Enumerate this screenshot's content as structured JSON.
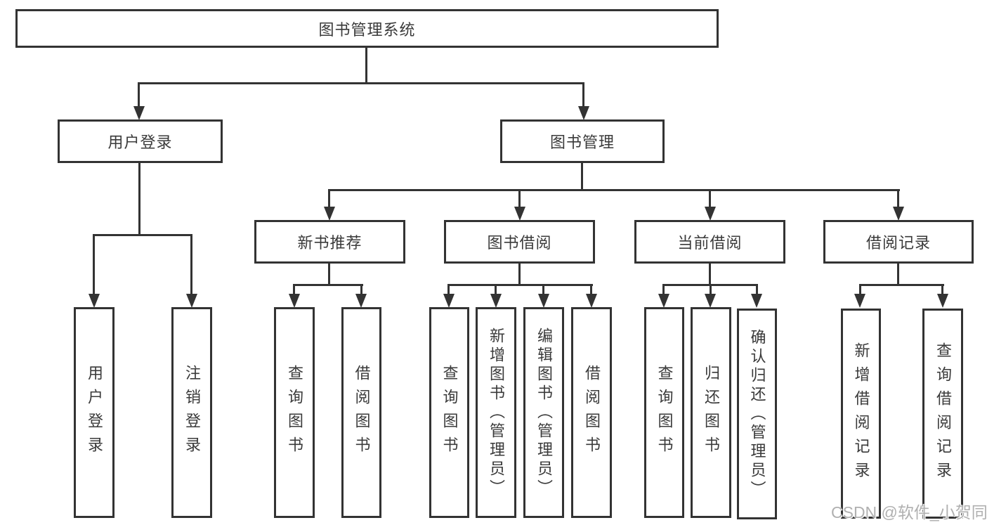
{
  "tree": {
    "root": {
      "label": "图书管理系统"
    },
    "level2": {
      "user_login": {
        "label": "用户登录"
      },
      "book_management": {
        "label": "图书管理"
      }
    },
    "level3": {
      "new_book_recommend": {
        "label": "新书推荐"
      },
      "book_borrowing": {
        "label": "图书借阅"
      },
      "current_borrowing": {
        "label": "当前借阅"
      },
      "borrowing_records": {
        "label": "借阅记录"
      }
    },
    "leaves": {
      "user_login": [
        "用户登录",
        "注销登录"
      ],
      "new_book_recommend": [
        "查询图书",
        "借阅图书"
      ],
      "book_borrowing": [
        "查询图书",
        "新增图书（管理员）",
        "编辑图书（管理员）",
        "借阅图书"
      ],
      "current_borrowing": [
        "查询图书",
        "归还图书",
        "确认归还（管理员）"
      ],
      "borrowing_records": [
        "新增借阅记录",
        "查询借阅记录"
      ]
    }
  },
  "watermark": "CSDN @软件_小贺同学",
  "colors": {
    "line": "#333333",
    "box_border": "#333333",
    "text": "#3a3a3a",
    "background": "#ffffff",
    "watermark": "#b0b0b0"
  }
}
